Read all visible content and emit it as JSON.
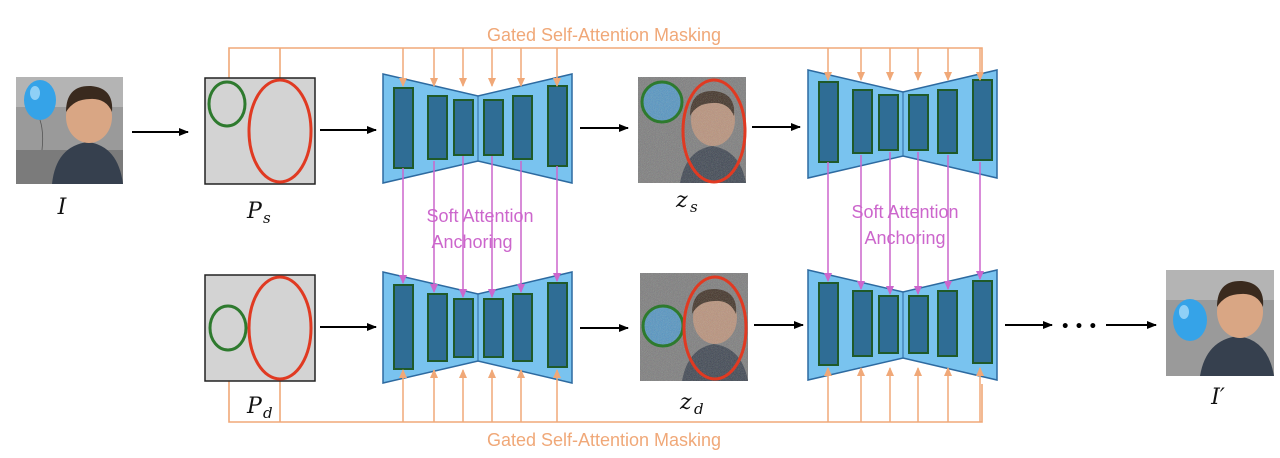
{
  "labels": {
    "gated_top": "Gated Self-Attention Masking",
    "gated_bottom": "Gated Self-Attention Masking",
    "soft_left_1": "Soft Attention",
    "soft_left_2": "Anchoring",
    "soft_right_1": "Soft Attention",
    "soft_right_2": "Anchoring",
    "input_image": "I",
    "prompt_source": "P",
    "prompt_source_sub": "s",
    "prompt_dest": "P",
    "prompt_dest_sub": "d",
    "latent_source": "z",
    "latent_source_sub": "s",
    "latent_dest": "z",
    "latent_dest_sub": "d",
    "output_image": "I′",
    "ellipsis": "• • •"
  },
  "colors": {
    "mask_line": "#f0a878",
    "anchor_line": "#cc66cc",
    "unet_fill": "#79c3ef",
    "unet_stroke": "#2d6aa0",
    "block_fill": "#2f6d95",
    "block_stroke": "#1f5a2a",
    "mask_box_fill": "#d3d3d3",
    "ellipse_small": "#2e7a2e",
    "ellipse_large": "#e03a22",
    "arrow": "#000000"
  }
}
